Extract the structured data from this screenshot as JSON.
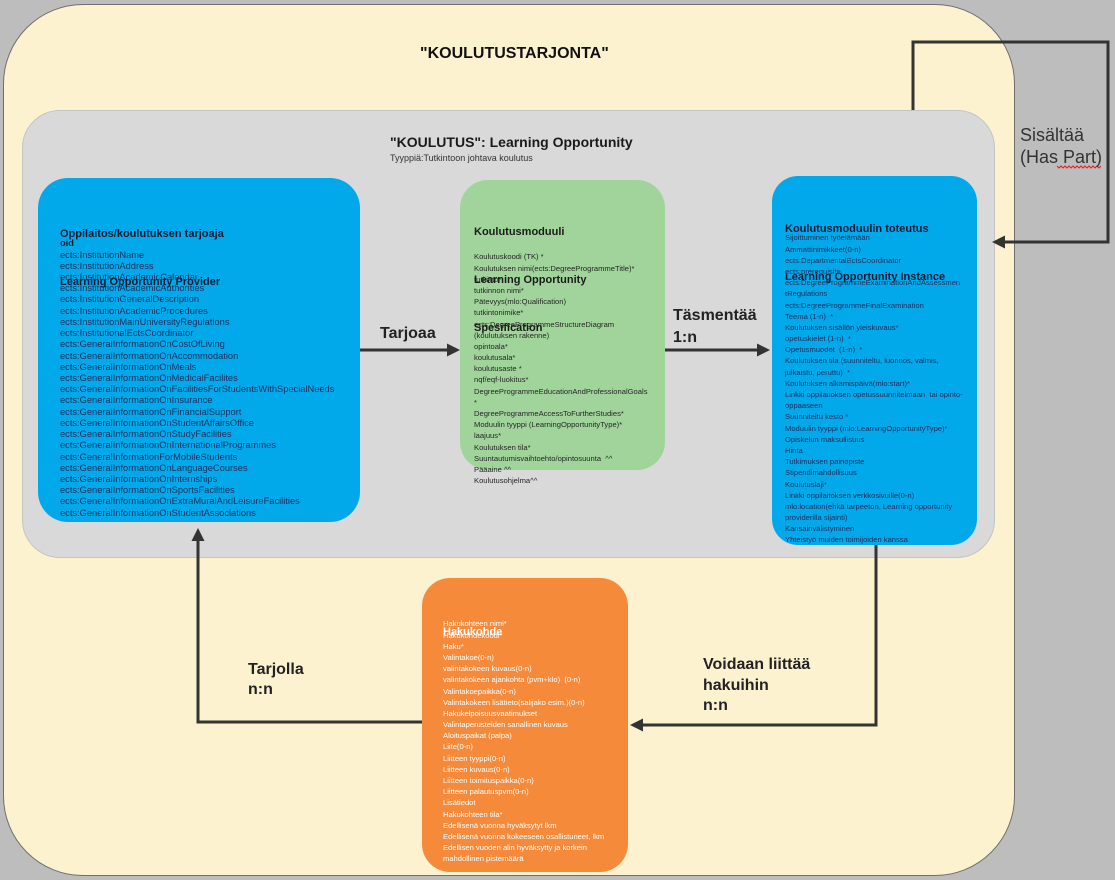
{
  "title": "\"KOULUTUSTARJONTA\"",
  "colors": {
    "background": "#bdbdbd",
    "outer_panel": "#fdf2cf",
    "inner_panel": "#d9d9d9",
    "provider_box": "#02a9ea",
    "specification_box": "#a0d49b",
    "instance_box": "#02a9ea",
    "hakukohde_box": "#f58a3b",
    "arrow": "#333333"
  },
  "learning_opportunity": {
    "title": "\"KOULUTUS\": Learning Opportunity",
    "subtitle": "Tyyppiä:Tutkintoon johtava koulutus"
  },
  "provider": {
    "title": [
      "Oppilaitos/koulutuksen tarjoaja",
      "Learning Opportunity Provider"
    ],
    "key": "oid",
    "items": [
      "ects:InstitutionName",
      "ects:InstitutionAddress",
      "ects:InstitutionAcademicCalendar",
      "ects:InstitutionAcademicAuthorities",
      "ects:InstitutionGeneralDescription",
      "ects:InstitutionAcademicProcedures",
      "ects:InstitutionMainUniversityRegulations",
      "ects:InstitutionalEctsCoordinator",
      "ects:GeneralInformationOnCostOfLiving",
      "ects:GeneralInformationOnAccommodation",
      "ects:GeneralInformationOnMeals",
      "ects:GeneralInformationOnMedicalFacilites",
      "ects:GeneralInformationOnFacilitiesForStudentsWithSpecialNeeds",
      "ects:GeneralInformationOnInsurance",
      "ects:GeneralInformationOnFinancialSupport",
      "ects:GeneralInformationOnStudentAffairsOffice",
      "ects:GeneralInformationOnStudyFacilities",
      "ects:GeneralInformationOnInternationalProgrammes",
      "ects:GeneralInformationForMobileStudents",
      "ects:GeneralInformationOnLanguageCourses",
      "ects:GeneralInformationOnInternships",
      "ects:GeneralInformationOnSportsFacilities",
      "ects:GeneralInformationOnExtraMuralAndLeisureFacilities",
      "ects:GeneralInformationOnStudentAssociations"
    ]
  },
  "specification": {
    "title": [
      "Koulutusmoduuli",
      "Learning Opportunity",
      "Spesification"
    ],
    "items": [
      "Koulutuskoodi (TK) *",
      "Koulutuksen nimi(ects:DegreeProgrammeTitle)*",
      "tutkinto*",
      "tutkinnon nimi*",
      "Pätevyys(mlo:Qualification)",
      "tutkintonimike*",
      "ects:DegreeProgrammeStructureDiagram",
      "(koulutuksen rakenne)",
      "opintoala*",
      "koulutusala*",
      "koulutusaste *",
      "nqf/eqf-luokitus*",
      "DegreeProgrammeEducationAndProfessionalGoals",
      "*",
      "DegreeProgrammeAccessToFurtherStudies*",
      "Moduulin tyyppi (LearningOpportunityType)*",
      "laajuus*",
      "Koulutuksen tila*",
      "Suuntautumisvaihtoehto/opintosuunta  ^^",
      "Pääaine ^^",
      "Koulutusohjelma^^"
    ]
  },
  "instance": {
    "title": [
      "Koulutusmoduulin toteutus",
      "Learning Opportunity Instance"
    ],
    "items": [
      "Sijoittuminen työelämään",
      "Ammattinimikkeet(0-n)",
      "ects:DepartmentalEctsCoordinator",
      "ects:prerequisite",
      "ects:DegreeProgrammeExaminationAndAssessmen",
      "tRegulations",
      "ects:DegreeProgrammeFinalExamination",
      "Teema (1-n)  *",
      "Koulutuksen sisällön yleiskuvaus*",
      "opetuskielet (1-n)  *",
      "Opetusmuodot  (1-n)  *",
      "Koulutuksen tila (suunniteltu, luonnos, valmis,",
      "julkaistu, peruttu)  *",
      "Koulutuksen alkamispäivä(mlo:start)*",
      "Linkki oppilaitoksen opetussuunnitelmaan  tai opinto-",
      "oppaaseen",
      "Suunniteltu kesto *",
      "Moduulin tyyppi (mlo:LearningOpportunityType)*",
      "Opiskelun maksullisuus",
      "Hinta",
      "Tutkimuksen painopiste",
      "Stipendimahdollisuus",
      "Koulutuslaji*",
      "Linkki oppilaitoksen verkkosivuille(0-n)",
      "mlo:location(ehkä tarpeeton, Learning opportunity",
      "providerilla sijainti)",
      "Kansainvälistyminen",
      "Yhteistyö muiden toimijoiden kanssa"
    ]
  },
  "hakukohde": {
    "title": "Hakukohde",
    "items": [
      "Hakukohteen nimi*",
      "Hakukohdekoodi*",
      "Haku*",
      "Valintakoe(0-n)",
      "valintakokeen kuvaus(0-n)",
      "valintakokeen ajankohta (pvm+klo)  (0-n)",
      "Valintakoepaikka(0-n)",
      "Valintakokeen lisätieto(salijako esim.)(0-n)",
      "Hakukelpoisuusvaatimukset",
      "Valintaperusteiden sanallinen kuvaus",
      "Aloituspaikat (palpa)",
      "Liite(0-n)",
      "Liitteen tyyppi(0-n)",
      "Liitteen kuvaus(0-n)",
      "Liitteen toimituspaikka(0-n)",
      "Liitteen palautuspvm(0-n)",
      "Lisätiedot",
      "Hakukohteen tila*",
      "Edellisenä vuonna hyväksytyt lkm",
      "Edellisenä vuonna kokeeseen osallistuneet, lkm",
      "Edellisen vuoden alin hyväksytty ja korkein",
      "mahdollinen pistemäärä"
    ]
  },
  "relations": {
    "offers": "Tarjoaa",
    "specifies": [
      "Täsmentää",
      "1:n"
    ],
    "has_part": [
      "Sisältää",
      "(Has Part)"
    ],
    "attachable": [
      "Voidaan liittää",
      "hakuihin",
      "n:n"
    ],
    "available": [
      "Tarjolla",
      "n:n"
    ]
  }
}
